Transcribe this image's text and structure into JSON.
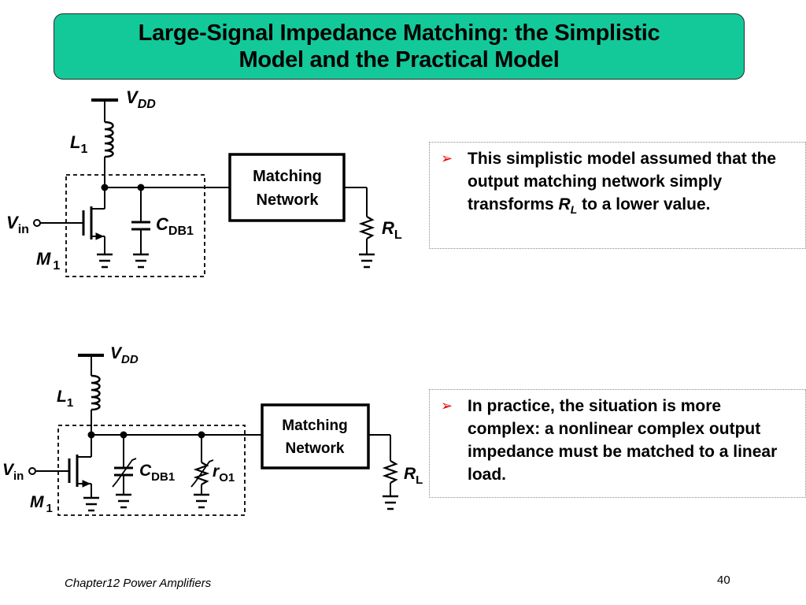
{
  "title": {
    "line1": "Large-Signal Impedance Matching: the Simplistic",
    "line2": "Model and the Practical Model"
  },
  "colors": {
    "title_bg": "#13c99a",
    "bullet": "#e60000"
  },
  "icons": {
    "bullet": "arrow-bullet-icon"
  },
  "notes": [
    {
      "text_before": "This simplistic model assumed that the output matching network simply transforms ",
      "symbol": "R",
      "subscript": "L",
      "text_after": " to a lower value."
    },
    {
      "text": "In practice, the situation is more complex: a nonlinear complex output impedance must be matched to a linear load."
    }
  ],
  "circuit_top": {
    "supply": {
      "symbol": "V",
      "subscript": "DD"
    },
    "inductor": {
      "symbol": "L",
      "subscript": "1"
    },
    "input": {
      "symbol": "V",
      "subscript": "in"
    },
    "transistor": {
      "symbol": "M",
      "subscript": "1"
    },
    "capacitor": {
      "symbol": "C",
      "subscript": "DB1"
    },
    "block": {
      "line1": "Matching",
      "line2": "Network"
    },
    "load": {
      "symbol": "R",
      "subscript": "L"
    }
  },
  "circuit_bottom": {
    "supply": {
      "symbol": "V",
      "subscript": "DD"
    },
    "inductor": {
      "symbol": "L",
      "subscript": "1"
    },
    "input": {
      "symbol": "V",
      "subscript": "in"
    },
    "transistor": {
      "symbol": "M",
      "subscript": "1"
    },
    "capacitor": {
      "symbol": "C",
      "subscript": "DB1"
    },
    "resistor": {
      "symbol": "r",
      "subscript": "O1"
    },
    "block": {
      "line1": "Matching",
      "line2": "Network"
    },
    "load": {
      "symbol": "R",
      "subscript": "L"
    }
  },
  "footer": {
    "chapter": "Chapter12 Power Amplifiers",
    "page": "40"
  }
}
